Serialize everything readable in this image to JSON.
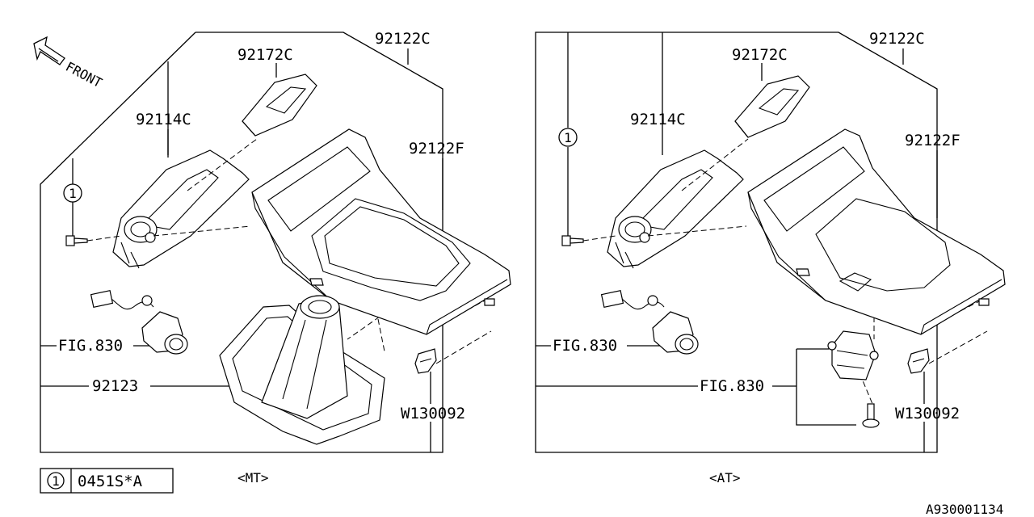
{
  "front_label": "FRONT",
  "panels": {
    "mt": {
      "caption": "<MT>",
      "labels": {
        "p92122C": "92122C",
        "p92172C": "92172C",
        "p92114C": "92114C",
        "p92122F": "92122F",
        "fig830": "FIG.830",
        "p92123": "92123",
        "w130092": "W130092",
        "callout": "1"
      }
    },
    "at": {
      "caption": "<AT>",
      "labels": {
        "p92122C": "92122C",
        "p92172C": "92172C",
        "p92114C": "92114C",
        "p92122F": "92122F",
        "fig830a": "FIG.830",
        "fig830b": "FIG.830",
        "w130092": "W130092",
        "callout": "1"
      }
    }
  },
  "legend": {
    "number": "1",
    "part": "0451S*A"
  },
  "diagram_id": "A930001134"
}
